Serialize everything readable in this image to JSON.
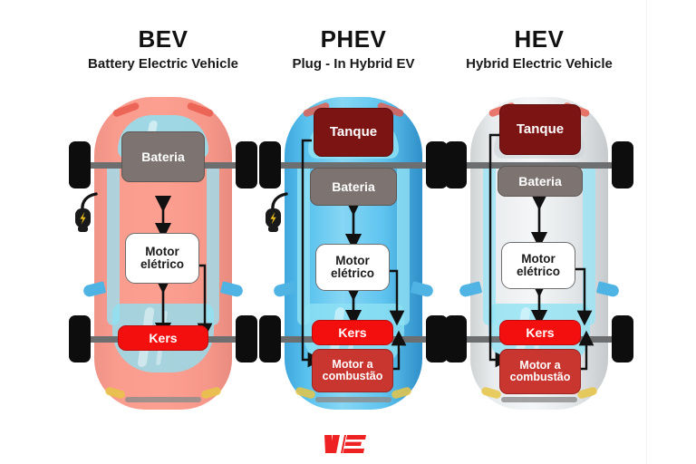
{
  "diagram": {
    "title_hidden": "",
    "columns": [
      {
        "id": "bev",
        "abbr": "BEV",
        "full_name": "Battery Electric Vehicle",
        "body_color": "#fd9f90",
        "has_charge_plug": true,
        "components": [
          {
            "name": "Bateria",
            "label": "Bateria",
            "color": "#7d7471"
          },
          {
            "name": "Motor",
            "label": "Motor\nelétrico",
            "line1": "Motor",
            "line2": "elétrico",
            "color": "#ffffff"
          },
          {
            "name": "Kers",
            "label": "Kers",
            "color": "#f40f0f"
          }
        ]
      },
      {
        "id": "phev",
        "abbr": "PHEV",
        "full_name": "Plug - In Hybrid EV",
        "body_color": "#59c2ee",
        "has_charge_plug": true,
        "components": [
          {
            "name": "Tanque",
            "label": "Tanque",
            "color": "#7d1414"
          },
          {
            "name": "Bateria",
            "label": "Bateria",
            "color": "#7d7471"
          },
          {
            "name": "Motor",
            "label": "Motor\nelétrico",
            "line1": "Motor",
            "line2": "elétrico",
            "color": "#ffffff"
          },
          {
            "name": "Kers",
            "label": "Kers",
            "color": "#f40f0f"
          },
          {
            "name": "Motor a combustão",
            "label": "Motor a\ncombustão",
            "line1": "Motor a",
            "line2": "combustão",
            "color": "#c9352f"
          }
        ]
      },
      {
        "id": "hev",
        "abbr": "HEV",
        "full_name": "Hybrid Electric Vehicle",
        "body_color": "#e9ecee",
        "has_charge_plug": false,
        "components": [
          {
            "name": "Tanque",
            "label": "Tanque",
            "color": "#7d1414"
          },
          {
            "name": "Bateria",
            "label": "Bateria",
            "color": "#7d7471"
          },
          {
            "name": "Motor",
            "label": "Motor\nelétrico",
            "line1": "Motor",
            "line2": "elétrico",
            "color": "#ffffff"
          },
          {
            "name": "Kers",
            "label": "Kers",
            "color": "#f40f0f"
          },
          {
            "name": "Motor a combustão",
            "label": "Motor a\ncombustão",
            "line1": "Motor a",
            "line2": "combustão",
            "color": "#c9352f"
          }
        ]
      }
    ],
    "footer": {
      "logo_text": "VE",
      "logo_color": "#ee2222"
    },
    "icons": {
      "charge_plug": "charging-plug-icon",
      "lightning": "lightning-bolt-icon"
    }
  }
}
